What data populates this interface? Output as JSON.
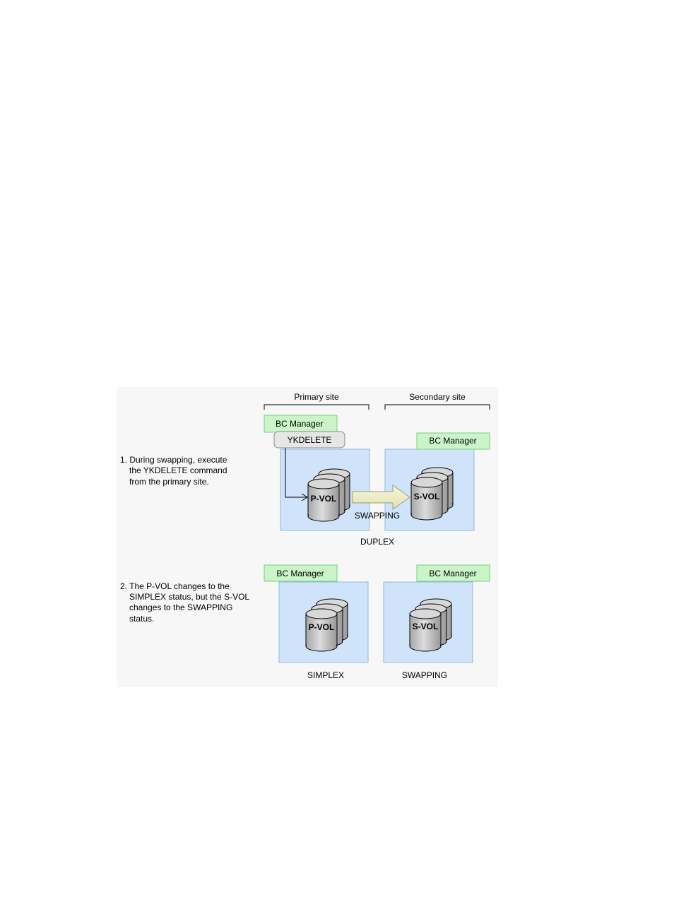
{
  "sites": {
    "primary": "Primary site",
    "secondary": "Secondary site"
  },
  "step1": {
    "lines": [
      "1. During swapping, execute",
      "the YKDELETE command",
      "from the primary site."
    ],
    "primary_manager": "BC Manager",
    "secondary_manager": "BC Manager",
    "command": "YKDELETE",
    "pvol": "P-VOL",
    "svol": "S-VOL",
    "arrow_label": "SWAPPING",
    "pair_status": "DUPLEX"
  },
  "step2": {
    "lines": [
      "2. The P-VOL changes to the",
      "SIMPLEX status, but the S-VOL",
      "changes to the SWAPPING",
      "status."
    ],
    "primary_manager": "BC Manager",
    "secondary_manager": "BC Manager",
    "pvol": "P-VOL",
    "svol": "S-VOL",
    "pvol_status": "SIMPLEX",
    "svol_status": "SWAPPING"
  },
  "colors": {
    "panel_bg": "#f7f7f7",
    "site_box": "#cfe4fb",
    "site_border": "#8fb7e0",
    "manager_bg": "#c9f5c9",
    "manager_border": "#79cf79",
    "command_bg": "#e6e6e6",
    "arrow_fill": "#f1f1c9"
  }
}
